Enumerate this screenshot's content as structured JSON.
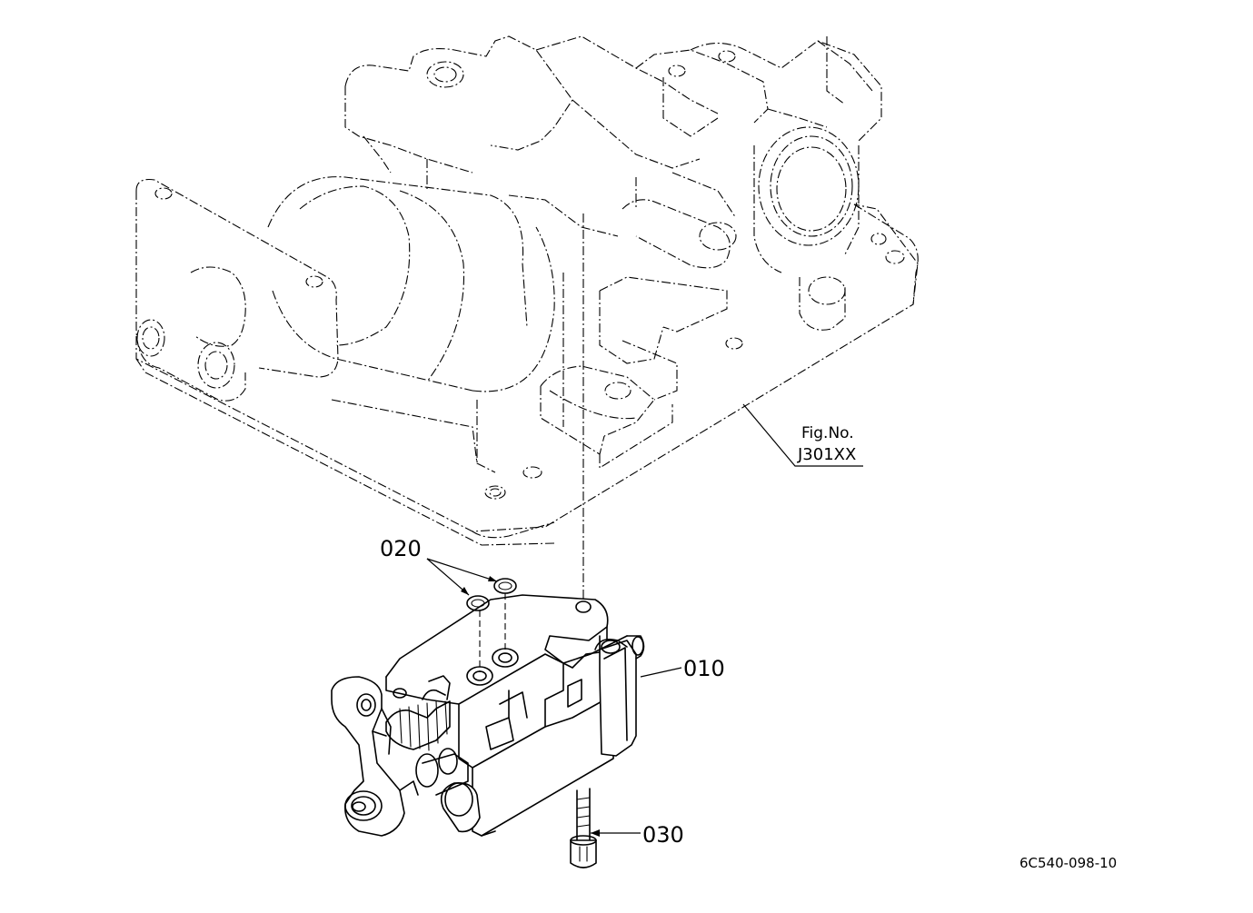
{
  "figure_reference": {
    "line1": "Fig.No.",
    "line2": "J301XX"
  },
  "callouts": {
    "part_010": "010",
    "part_020": "020",
    "part_030": "030"
  },
  "drawing_number": "6C540-098-10",
  "colors": {
    "line": "#000000",
    "background": "#ffffff"
  }
}
